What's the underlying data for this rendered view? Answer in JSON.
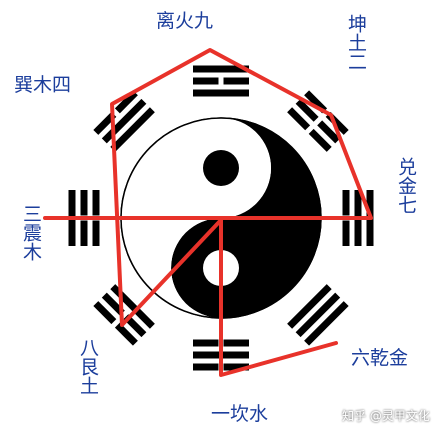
{
  "trigrams": {
    "li": {
      "label": "离火九",
      "lines": [
        "solid",
        "broken",
        "solid"
      ]
    },
    "kun": {
      "label": "坤土二",
      "lines": [
        "broken",
        "broken",
        "broken"
      ]
    },
    "xun": {
      "label": "巽木四",
      "lines": [
        "solid",
        "solid",
        "broken"
      ]
    },
    "dui": {
      "label": "兑金七",
      "lines": [
        "broken",
        "solid",
        "solid"
      ]
    },
    "zhen": {
      "label": "三震木",
      "lines": [
        "broken",
        "broken",
        "solid"
      ]
    },
    "gen": {
      "label": "八艮土",
      "lines": [
        "solid",
        "broken",
        "broken"
      ]
    },
    "kan": {
      "label": "一坎水",
      "lines": [
        "broken",
        "solid",
        "broken"
      ]
    },
    "qian": {
      "label": "六乾金",
      "lines": [
        "solid",
        "solid",
        "solid"
      ]
    }
  },
  "watermark": "知乎 @灵甲文化",
  "colors": {
    "label": "#1c3e9c",
    "path": "#e8322a",
    "ink": "#000000"
  },
  "path_order": [
    "zhen",
    "dui",
    "kun",
    "li",
    "xun",
    "gen",
    "center",
    "kan",
    "qian"
  ]
}
